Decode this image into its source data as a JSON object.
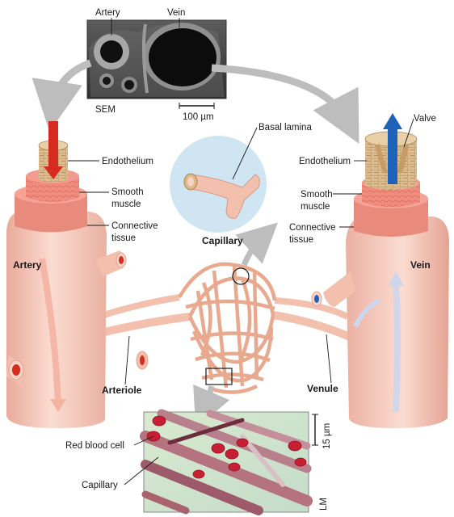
{
  "sem_panel": {
    "artery_label": "Artery",
    "vein_label": "Vein",
    "caption": "SEM",
    "scale_bar": "100 µm"
  },
  "left_vessel": {
    "name": "Artery",
    "layer_labels": [
      "Endothelium",
      "Smooth",
      "muscle",
      "Connective",
      "tissue"
    ]
  },
  "right_vessel": {
    "name": "Vein",
    "valve_label": "Valve",
    "layer_labels": [
      "Endothelium",
      "Smooth",
      "muscle",
      "Connective",
      "tissue"
    ]
  },
  "capillary_inset": {
    "lamina_label": "Basal lamina",
    "title": "Capillary"
  },
  "network": {
    "arteriole_label": "Arteriole",
    "venule_label": "Venule"
  },
  "micrograph": {
    "rbc_label": "Red blood cell",
    "capillary_label": "Capillary",
    "scale_bar": "15 µm",
    "caption": "LM"
  },
  "colors": {
    "vessel_skin": "#f6cfc2",
    "vessel_shade": "#e8a898",
    "artery_red": "#d62c1f",
    "vein_blue": "#1f63b8",
    "muscle_pink": "#ef8c7e",
    "endothelium_tan": "#d8b78c",
    "inset_blue": "#cfe6f2",
    "arrow_gray": "#bdbdbd"
  }
}
